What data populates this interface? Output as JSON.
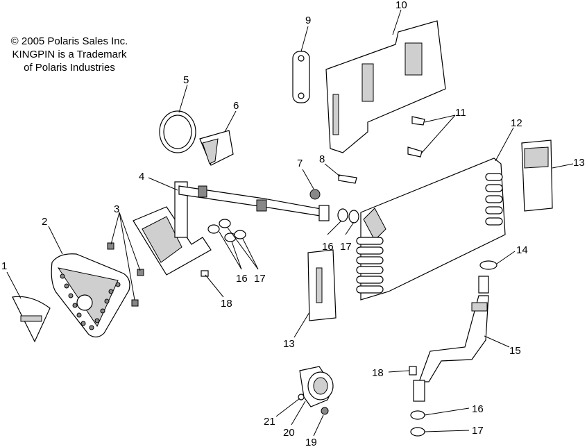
{
  "copyright": {
    "line1": "© 2005 Polaris Sales Inc.",
    "line2": "KINGPIN is a Trademark",
    "line3": "of Polaris Industries"
  },
  "callouts": {
    "c1": "1",
    "c2": "2",
    "c3": "3",
    "c4": "4",
    "c5": "5",
    "c6": "6",
    "c7": "7",
    "c8": "8",
    "c9": "9",
    "c10": "10",
    "c11": "11",
    "c12": "12",
    "c13a": "13",
    "c13b": "13",
    "c14": "14",
    "c15": "15",
    "c16a": "16",
    "c16b": "16",
    "c16c": "16",
    "c17a": "17",
    "c17b": "17",
    "c17c": "17",
    "c18a": "18",
    "c18b": "18",
    "c19": "19",
    "c20": "20",
    "c21": "21"
  }
}
